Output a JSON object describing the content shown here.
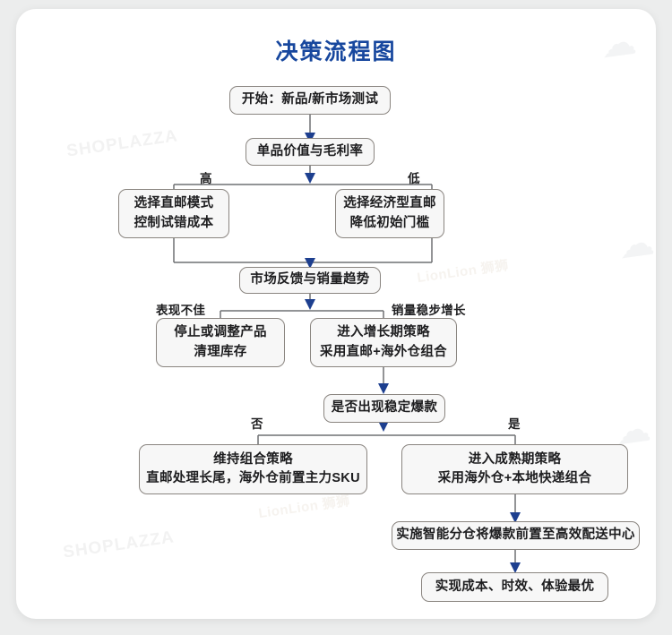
{
  "card": {
    "title": "决策流程图",
    "title_color": "#17479e"
  },
  "watermarks": [
    {
      "name": "shoplazza-watermark-1",
      "text": "SHOPLAZZA"
    },
    {
      "name": "shoplazza-watermark-2",
      "text": "SHOPLAZZA"
    },
    {
      "name": "lionlion-watermark-1",
      "text": "LionLion 狮狮"
    },
    {
      "name": "lionlion-watermark-2",
      "text": "LionLion 狮狮"
    },
    {
      "name": "cloud-watermark-1",
      "text": "☁"
    },
    {
      "name": "cloud-watermark-2",
      "text": "☁"
    },
    {
      "name": "cloud-watermark-3",
      "text": "☁"
    }
  ],
  "chart_data": {
    "type": "diagram",
    "title": "决策流程图",
    "nodes": [
      {
        "id": "start",
        "lines": [
          "开始：新品/新市场测试"
        ]
      },
      {
        "id": "value",
        "lines": [
          "单品价值与毛利率"
        ]
      },
      {
        "id": "high",
        "lines": [
          "选择直邮模式",
          "控制试错成本"
        ]
      },
      {
        "id": "low",
        "lines": [
          "选择经济型直邮",
          "降低初始门槛"
        ]
      },
      {
        "id": "feedback",
        "lines": [
          "市场反馈与销量趋势"
        ]
      },
      {
        "id": "poor",
        "lines": [
          "停止或调整产品",
          "清理库存"
        ]
      },
      {
        "id": "growth",
        "lines": [
          "进入增长期策略",
          "采用直邮+海外仓组合"
        ]
      },
      {
        "id": "hit",
        "lines": [
          "是否出现稳定爆款"
        ]
      },
      {
        "id": "mix",
        "lines": [
          "维持组合策略",
          "直邮处理长尾，海外仓前置主力SKU"
        ]
      },
      {
        "id": "mature",
        "lines": [
          "进入成熟期策略",
          "采用海外仓+本地快递组合"
        ]
      },
      {
        "id": "smartwh",
        "lines": [
          "实施智能分仓将爆款前置至高效配送中心"
        ]
      },
      {
        "id": "optimal",
        "lines": [
          "实现成本、时效、体验最优"
        ]
      }
    ],
    "edges": [
      {
        "from": "start",
        "to": "value",
        "label": ""
      },
      {
        "from": "value",
        "to": "high",
        "label": "高"
      },
      {
        "from": "value",
        "to": "low",
        "label": "低"
      },
      {
        "from": "high",
        "to": "feedback",
        "label": ""
      },
      {
        "from": "low",
        "to": "feedback",
        "label": ""
      },
      {
        "from": "feedback",
        "to": "poor",
        "label": "表现不佳"
      },
      {
        "from": "feedback",
        "to": "growth",
        "label": "销量稳步增长"
      },
      {
        "from": "growth",
        "to": "hit",
        "label": ""
      },
      {
        "from": "hit",
        "to": "mix",
        "label": "否"
      },
      {
        "from": "hit",
        "to": "mature",
        "label": "是"
      },
      {
        "from": "mature",
        "to": "smartwh",
        "label": ""
      },
      {
        "from": "smartwh",
        "to": "optimal",
        "label": ""
      }
    ],
    "labels": {
      "high": "高",
      "low": "低",
      "poor": "表现不佳",
      "steady": "销量稳步增长",
      "no": "否",
      "yes": "是"
    }
  }
}
